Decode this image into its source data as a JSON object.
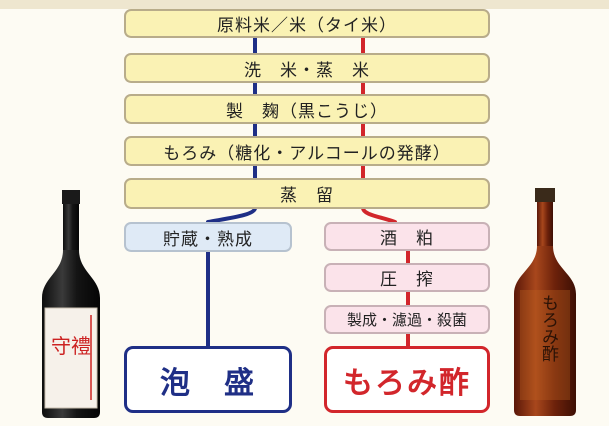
{
  "colors": {
    "awamori_line": "#1f2f86",
    "moromi_line": "#d2262b",
    "step_fill": "#faf2b4",
    "awamori_step_fill": "#dfeaf6",
    "moromi_step_fill": "#fbe3ea"
  },
  "shared_steps": [
    "原料米／米（タイ米）",
    "洗　米・蒸　米",
    "製　麹（黒こうじ）",
    "もろみ（糖化・アルコールの発酵）",
    "蒸　留"
  ],
  "awamori_branch": {
    "steps": [
      "貯蔵・熟成"
    ],
    "product": "泡　盛"
  },
  "moromi_branch": {
    "steps": [
      "酒　粕",
      "圧　搾",
      "製成・濾過・殺菌"
    ],
    "product": "もろみ酢"
  },
  "bottles": {
    "left": {
      "label": "守禮",
      "icon": "awamori-bottle-icon"
    },
    "right": {
      "label": "もろみ酢",
      "icon": "moromi-vinegar-bottle-icon"
    }
  }
}
